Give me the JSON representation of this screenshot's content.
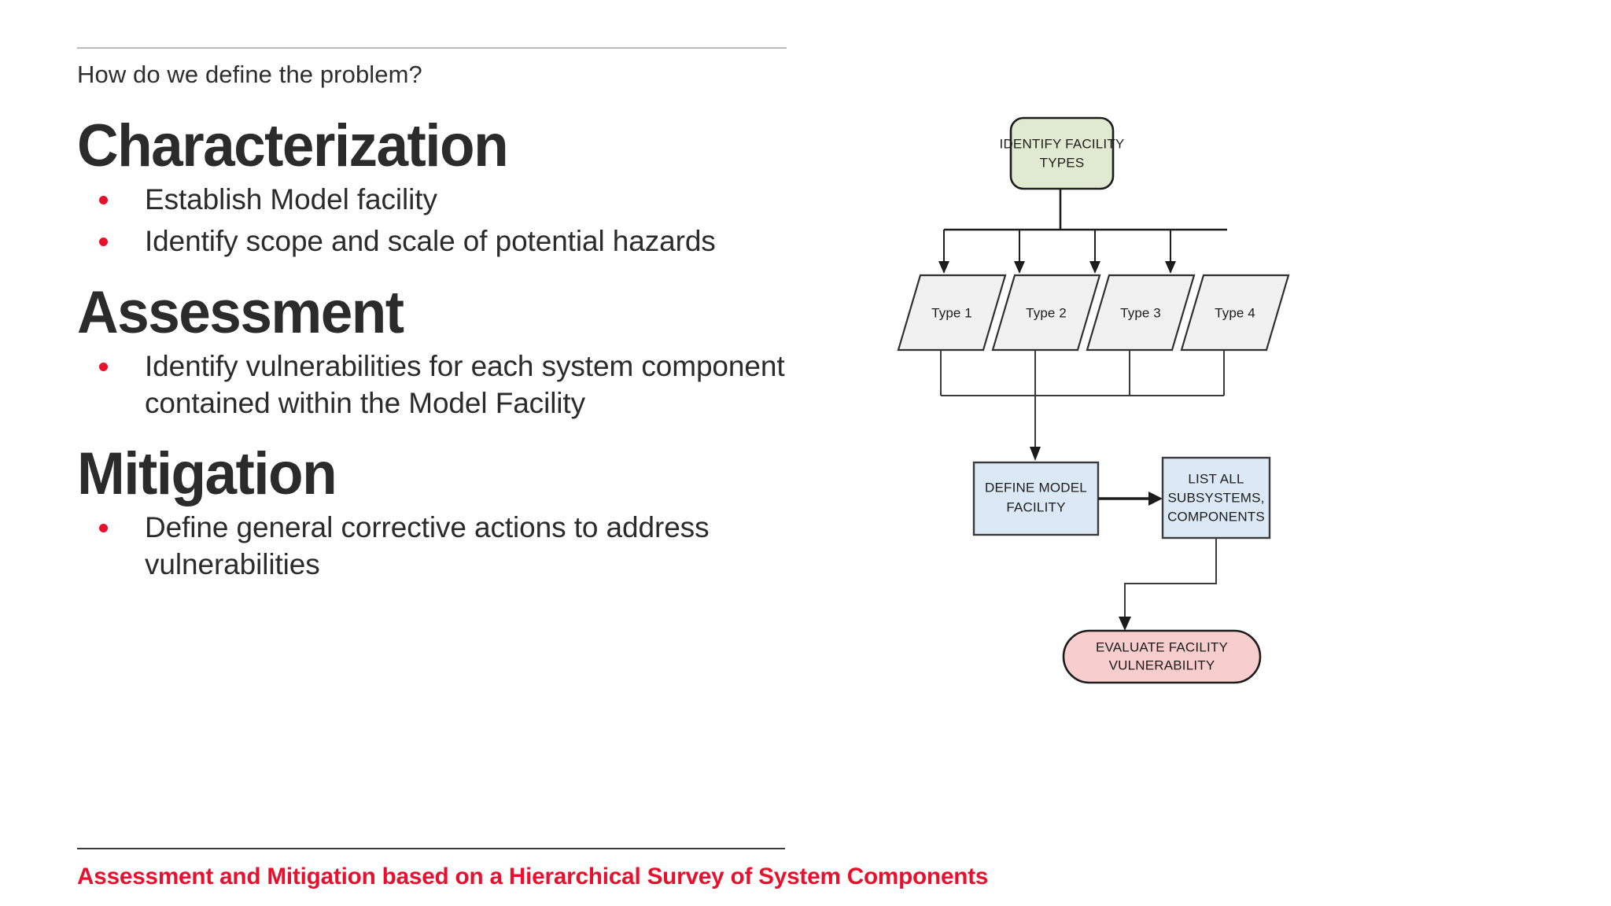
{
  "slide": {
    "kicker": "How do we define the problem?",
    "footer_note": "Assessment and Mitigation based on a Hierarchical Survey of System Components",
    "accent_color": "#e8112d",
    "text_color": "#2b2b2b"
  },
  "sections": [
    {
      "title": "Characterization",
      "bullets": [
        "Establish Model facility",
        "Identify scope and scale of potential hazards"
      ]
    },
    {
      "title": "Assessment",
      "bullets": [
        "Identify vulnerabilities for each system component contained within the Model Facility"
      ]
    },
    {
      "title": "Mitigation",
      "bullets": [
        "Define general corrective actions to address vulnerabilities"
      ]
    }
  ],
  "diagram": {
    "type": "flowchart",
    "nodes": {
      "root": {
        "label_line1": "IDENTIFY FACILITY",
        "label_line2": "TYPES",
        "shape": "rounded-rectangle",
        "fill": "#dfead0",
        "stroke": "#1c1c1c"
      },
      "types": [
        {
          "label": "Type 1",
          "shape": "parallelogram",
          "fill": "#f1f1f1"
        },
        {
          "label": "Type 2",
          "shape": "parallelogram",
          "fill": "#f1f1f1"
        },
        {
          "label": "Type 3",
          "shape": "parallelogram",
          "fill": "#f1f1f1"
        },
        {
          "label": "Type 4",
          "shape": "parallelogram",
          "fill": "#f1f1f1"
        }
      ],
      "define_model": {
        "label_line1": "DEFINE MODEL",
        "label_line2": "FACILITY",
        "shape": "rectangle",
        "fill": "#dbe8f5",
        "stroke": "#3a3a3a"
      },
      "list_all": {
        "label_line1": "LIST ALL",
        "label_line2": "SUBSYSTEMS,",
        "label_line3": "COMPONENTS",
        "shape": "rectangle",
        "fill": "#dbe8f5",
        "stroke": "#3a3a3a"
      },
      "evaluate": {
        "label_line1": "EVALUATE FACILITY",
        "label_line2": "VULNERABILITY",
        "shape": "stadium",
        "fill": "#f8cdcd",
        "stroke": "#1c1c1c"
      }
    },
    "edges": [
      {
        "from": "root",
        "to": "types",
        "style": "fan-out-arrows"
      },
      {
        "from": "types",
        "to": "define_model",
        "style": "merge-arrow"
      },
      {
        "from": "define_model",
        "to": "list_all",
        "style": "straight-arrow-right"
      },
      {
        "from": "list_all",
        "to": "evaluate",
        "style": "elbow-arrow-down-left"
      }
    ]
  }
}
